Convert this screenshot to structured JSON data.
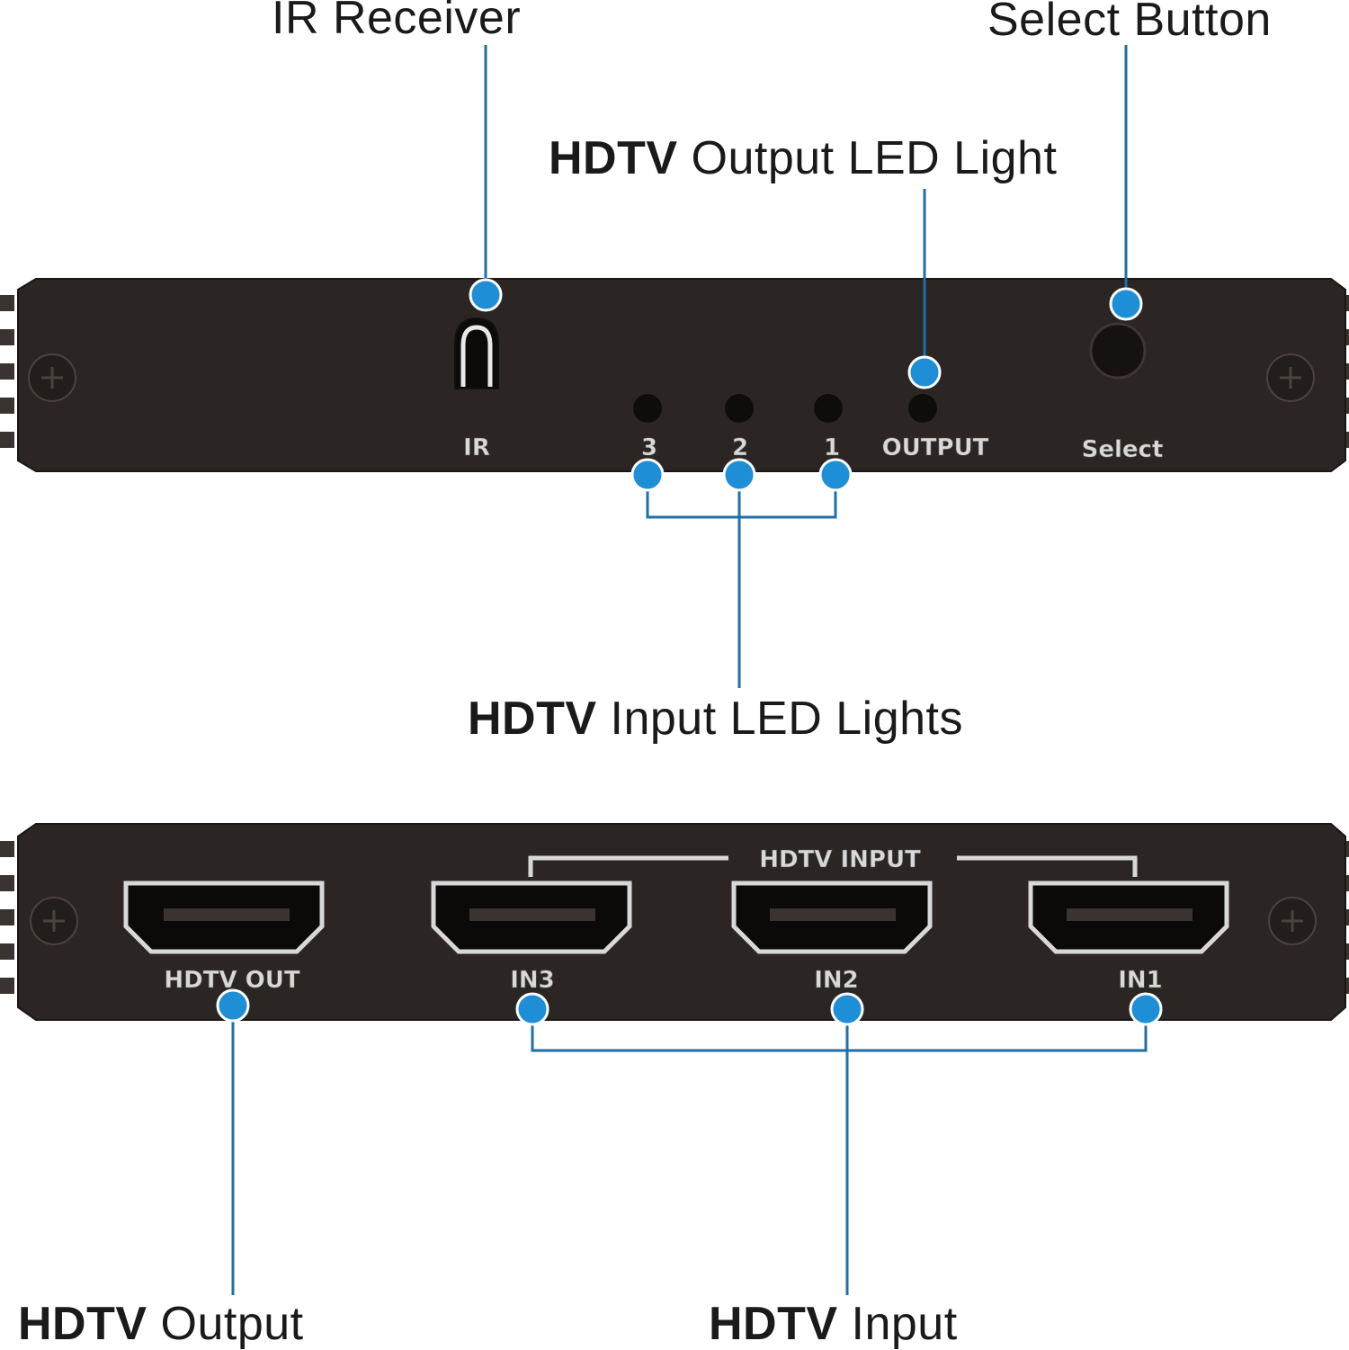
{
  "callouts": {
    "ir_receiver": "IR Receiver",
    "select_button": "Select Button",
    "output_led": {
      "bold": "HDTV",
      "rest": "Output LED Light"
    },
    "input_leds": {
      "bold": "HDTV",
      "rest": "Input LED Lights"
    },
    "hdtv_output": {
      "bold": "HDTV",
      "rest": "Output"
    },
    "hdtv_input": {
      "bold": "HDTV",
      "rest": "Input"
    }
  },
  "front_panel": {
    "ir_label": "IR",
    "led_3": "3",
    "led_2": "2",
    "led_1": "1",
    "output_label": "OUTPUT",
    "select_label": "Select"
  },
  "rear_panel": {
    "input_group_label": "HDTV INPUT",
    "out_label": "HDTV OUT",
    "in3_label": "IN3",
    "in2_label": "IN2",
    "in1_label": "IN1"
  },
  "colors": {
    "background": "#ffffff",
    "panel_body": "#2b2624",
    "callout_dot": "#1e8fd6",
    "callout_line": "#1f6fa8"
  }
}
